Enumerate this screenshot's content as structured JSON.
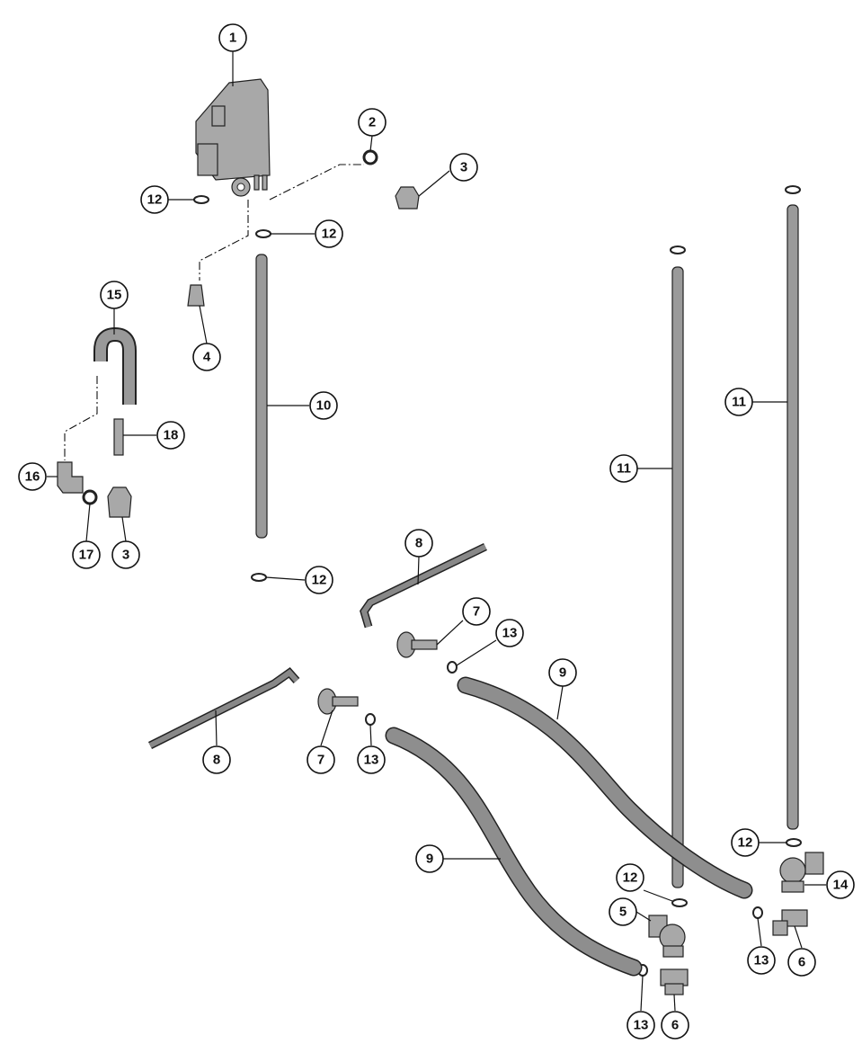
{
  "diagram": {
    "type": "exploded parts diagram",
    "callouts": [
      "1",
      "2",
      "3",
      "12",
      "12",
      "4",
      "15",
      "10",
      "18",
      "16",
      "17",
      "3",
      "12",
      "8",
      "7",
      "13",
      "9",
      "11",
      "11",
      "8",
      "7",
      "13",
      "9",
      "12",
      "14",
      "12",
      "5",
      "13",
      "6",
      "13",
      "6"
    ]
  }
}
